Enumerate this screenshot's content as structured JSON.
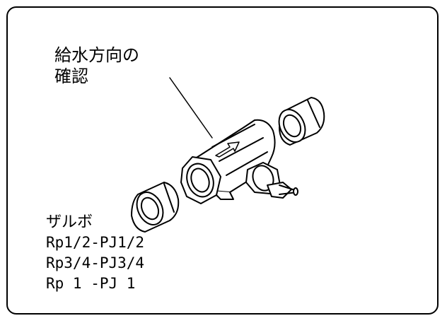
{
  "callout": {
    "line1": "給水方向の",
    "line2": "確認"
  },
  "legend": {
    "title": "ザルボ",
    "items": [
      "Rp1/2-PJ1/2",
      "Rp3/4-PJ3/4",
      "Rp 1 -PJ 1"
    ]
  },
  "colors": {
    "stroke": "#000000",
    "background": "#ffffff"
  },
  "icons": [
    "flow-direction-arrow-icon"
  ]
}
